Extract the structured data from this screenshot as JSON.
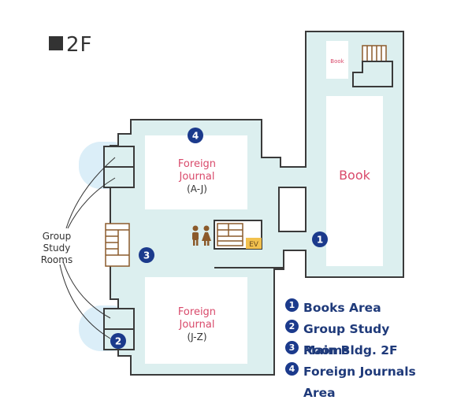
{
  "floor": {
    "title": "2F"
  },
  "rooms": {
    "book_small": "Book",
    "book_large": "Book",
    "fj_top": {
      "line1": "Foreign",
      "line2": "Journal",
      "range": "(A-J)"
    },
    "fj_bottom": {
      "line1": "Foreign",
      "line2": "Journal",
      "range": "(J-Z)"
    }
  },
  "callout": {
    "line1": "Group",
    "line2": "Study",
    "line3": "Rooms"
  },
  "elevator": "EV",
  "markers": {
    "m1": "1",
    "m2": "2",
    "m3": "3",
    "m4": "4"
  },
  "legend": [
    {
      "num": "1",
      "label": "Books Area"
    },
    {
      "num": "2",
      "label": "Group Study Rooms"
    },
    {
      "num": "3",
      "label": "Main Bldg. 2F"
    },
    {
      "num": "4",
      "label": "Foreign Journals Area"
    }
  ],
  "colors": {
    "floor": "#dcefef",
    "wall": "#3a3a3a",
    "room": "#ffffff",
    "accent_text": "#d94a6b",
    "marker": "#1b3a8c",
    "stairs": "#8b5a2b",
    "elevator": "#f2c14e",
    "highlight": "#dbeef8"
  }
}
